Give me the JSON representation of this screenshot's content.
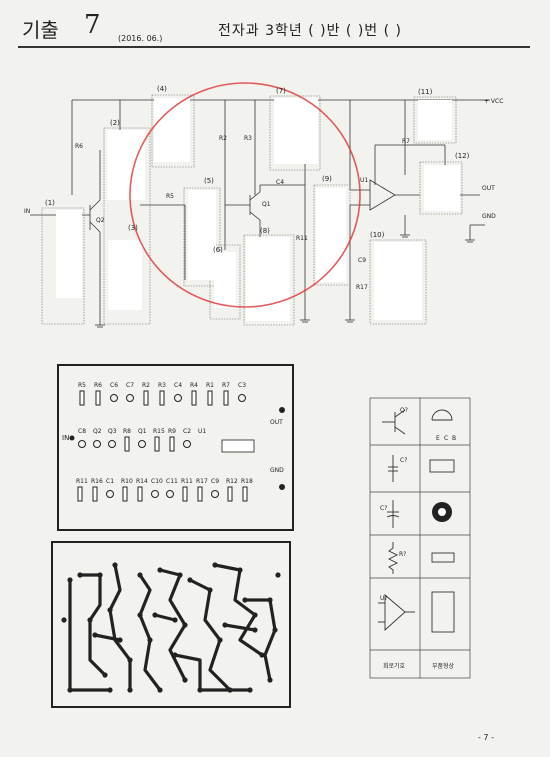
{
  "header": {
    "title": "기출",
    "number": "7",
    "date": "(2016. 06.)",
    "student_line": "전자과 3학년 (      )반 (      )번 (                  )"
  },
  "schematic": {
    "blocks": [
      "(1)",
      "(2)",
      "(3)",
      "(4)",
      "(5)",
      "(6)",
      "(7)",
      "(8)",
      "(9)",
      "(10)",
      "(11)",
      "(12)"
    ],
    "parts": {
      "r6": "R6",
      "r5": "R5",
      "r2": "R2",
      "r3": "R3",
      "r7": "R7",
      "r11": "R11",
      "r17": "R17",
      "c4": "C4",
      "c9": "C9",
      "q1": "Q1",
      "q2": "Q2",
      "u1": "U1"
    },
    "terminals": {
      "in": "IN",
      "vcc": "+ VCC",
      "out": "OUT",
      "gnd": "GND"
    }
  },
  "layout_board": {
    "row1": [
      "R5",
      "R6",
      "C6",
      "C7",
      "R2",
      "R3",
      "C4",
      "R4",
      "R1",
      "R7",
      "C3"
    ],
    "row2": [
      "C8",
      "Q2",
      "Q3",
      "R8",
      "Q1",
      "R15",
      "R9",
      "C2",
      "U1"
    ],
    "row3": [
      "R11",
      "R16",
      "C1",
      "R10",
      "R14",
      "C10",
      "C11",
      "R11",
      "R17",
      "C9",
      "R12",
      "R18"
    ],
    "in": "IN",
    "out": "OUT",
    "gnd": "GND"
  },
  "legend": {
    "symbols": [
      "Q?",
      "C?",
      "C?",
      "R?",
      "U?"
    ],
    "pins": [
      "E",
      "C",
      "B"
    ],
    "bottom": [
      "회로기호",
      "부품형상"
    ]
  },
  "page_number": "- 7 -"
}
